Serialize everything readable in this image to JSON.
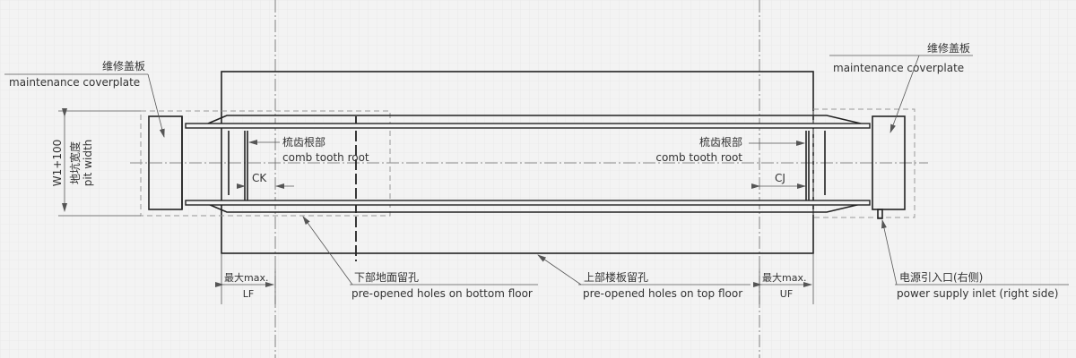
{
  "drawing": {
    "coverplate_left": {
      "cn": "维修盖板",
      "en": "maintenance coverplate"
    },
    "coverplate_right": {
      "cn": "维修盖板",
      "en": "maintenance coverplate"
    },
    "pit_width": {
      "dim": "W1+100",
      "cn": "地坑宽度",
      "en": "pit width"
    },
    "comb_left": {
      "cn": "梳齿根部",
      "en": "comb tooth root"
    },
    "comb_right": {
      "cn": "梳齿根部",
      "en": "comb tooth root"
    },
    "ck": "CK",
    "cj": "CJ",
    "lf": {
      "max": "最大max.",
      "label": "LF"
    },
    "uf": {
      "max": "最大max.",
      "label": "UF"
    },
    "bottom_holes": {
      "cn": "下部地面留孔",
      "en": "pre-opened holes on bottom floor"
    },
    "top_holes": {
      "cn": "上部楼板留孔",
      "en": "pre-opened holes on top floor"
    },
    "power_inlet": {
      "cn": "电源引入口(右侧)",
      "en": "power supply inlet (right side)"
    }
  }
}
